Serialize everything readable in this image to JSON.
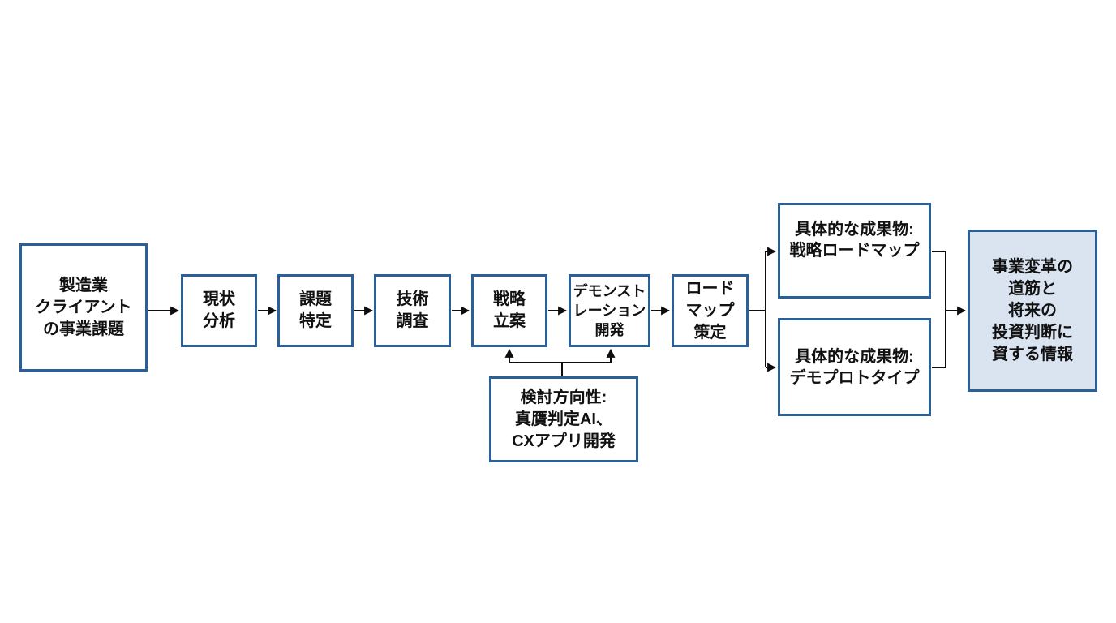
{
  "colors": {
    "background": "#FFFFFF",
    "box_border": "#2A6099",
    "box_fill": "#FFFFFF",
    "highlight_fill": "#DAE3F0",
    "arrow": "#0D0D0D",
    "text": "#111111"
  },
  "nodes": {
    "client_issue": {
      "label": "製造業\nクライアント\nの事業課題"
    },
    "current_analysis": {
      "label": "現状\n分析"
    },
    "issue_identification": {
      "label": "課題\n特定"
    },
    "technology_research": {
      "label": "技術\n調査"
    },
    "strategy_planning": {
      "label": "戦略\n立案"
    },
    "demonstration_development": {
      "label": "デモンスト\nレーション\n開発"
    },
    "roadmap_formulation": {
      "label": "ロード\nマップ\n策定"
    },
    "deliverable_strategy_roadmap": {
      "label": "具体的な成果物:\n戦略ロードマップ"
    },
    "deliverable_demo_prototype": {
      "label": "具体的な成果物:\nデモプロトタイプ"
    },
    "business_transformation_outcome": {
      "label": "事業変革の\n道筋と\n将来の\n投資判断に\n資する情報"
    },
    "study_direction": {
      "label": "検討方向性:\n真贋判定AI、\nCXアプリ開発"
    }
  },
  "edges": [
    {
      "from": "client_issue",
      "to": "current_analysis"
    },
    {
      "from": "current_analysis",
      "to": "issue_identification"
    },
    {
      "from": "issue_identification",
      "to": "technology_research"
    },
    {
      "from": "technology_research",
      "to": "strategy_planning"
    },
    {
      "from": "strategy_planning",
      "to": "demonstration_development"
    },
    {
      "from": "demonstration_development",
      "to": "roadmap_formulation"
    },
    {
      "from": "roadmap_formulation",
      "to": "deliverable_strategy_roadmap"
    },
    {
      "from": "roadmap_formulation",
      "to": "deliverable_demo_prototype"
    },
    {
      "from": "deliverable_strategy_roadmap",
      "to": "business_transformation_outcome"
    },
    {
      "from": "deliverable_demo_prototype",
      "to": "business_transformation_outcome"
    },
    {
      "from": "study_direction",
      "to": "strategy_planning"
    },
    {
      "from": "study_direction",
      "to": "demonstration_development"
    }
  ]
}
